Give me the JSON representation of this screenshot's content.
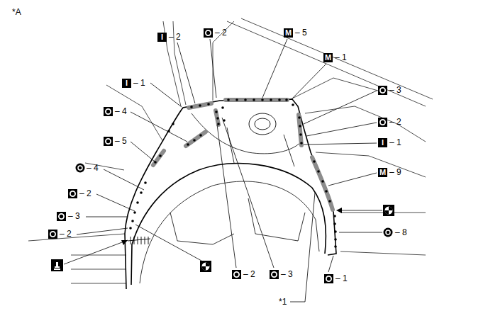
{
  "diagram": {
    "labels": [
      "*A",
      "I",
      "– 1",
      "I",
      "– 2",
      "– 2",
      "M",
      "– 5",
      "M",
      "– 1",
      "– 3",
      "– 4",
      "– 2",
      "I",
      "– 1",
      "– 5",
      "– 4",
      "M",
      "– 9",
      "– 2",
      "– 3",
      "– 8",
      "– 2",
      "– 2",
      "– 3",
      "– 1",
      "*1"
    ]
  }
}
